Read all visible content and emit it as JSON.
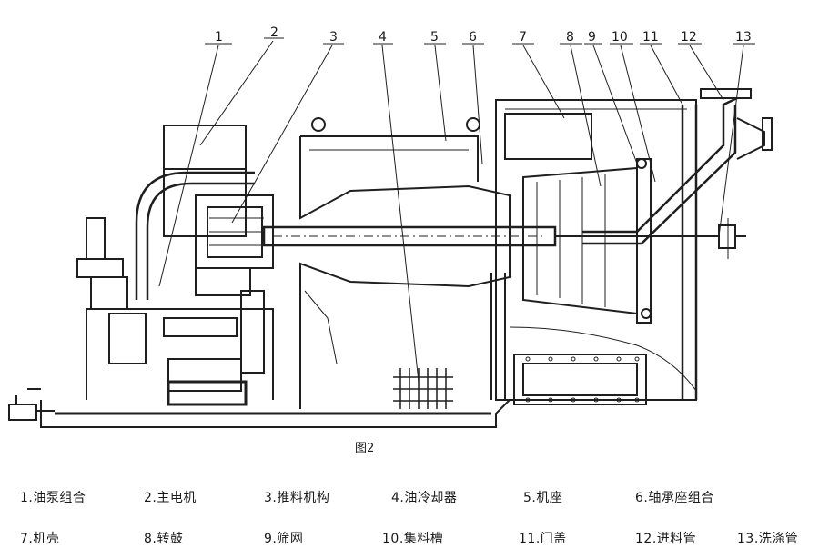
{
  "figure": {
    "caption": "图2",
    "callouts": [
      {
        "num": "1"
      },
      {
        "num": "2"
      },
      {
        "num": "3"
      },
      {
        "num": "4"
      },
      {
        "num": "5"
      },
      {
        "num": "6"
      },
      {
        "num": "7"
      },
      {
        "num": "8"
      },
      {
        "num": "9"
      },
      {
        "num": "10"
      },
      {
        "num": "11"
      },
      {
        "num": "12"
      },
      {
        "num": "13"
      }
    ]
  },
  "legend": [
    {
      "label": "1.油泵组合"
    },
    {
      "label": "2.主电机"
    },
    {
      "label": "3.推料机构"
    },
    {
      "label": "4.油冷却器"
    },
    {
      "label": "5.机座"
    },
    {
      "label": "6.轴承座组合"
    },
    {
      "label": "7.机壳"
    },
    {
      "label": "8.转鼓"
    },
    {
      "label": "9.筛网"
    },
    {
      "label": "10.集料槽"
    },
    {
      "label": "11.门盖"
    },
    {
      "label": "12.进料管"
    },
    {
      "label": "13.洗涤管"
    }
  ]
}
